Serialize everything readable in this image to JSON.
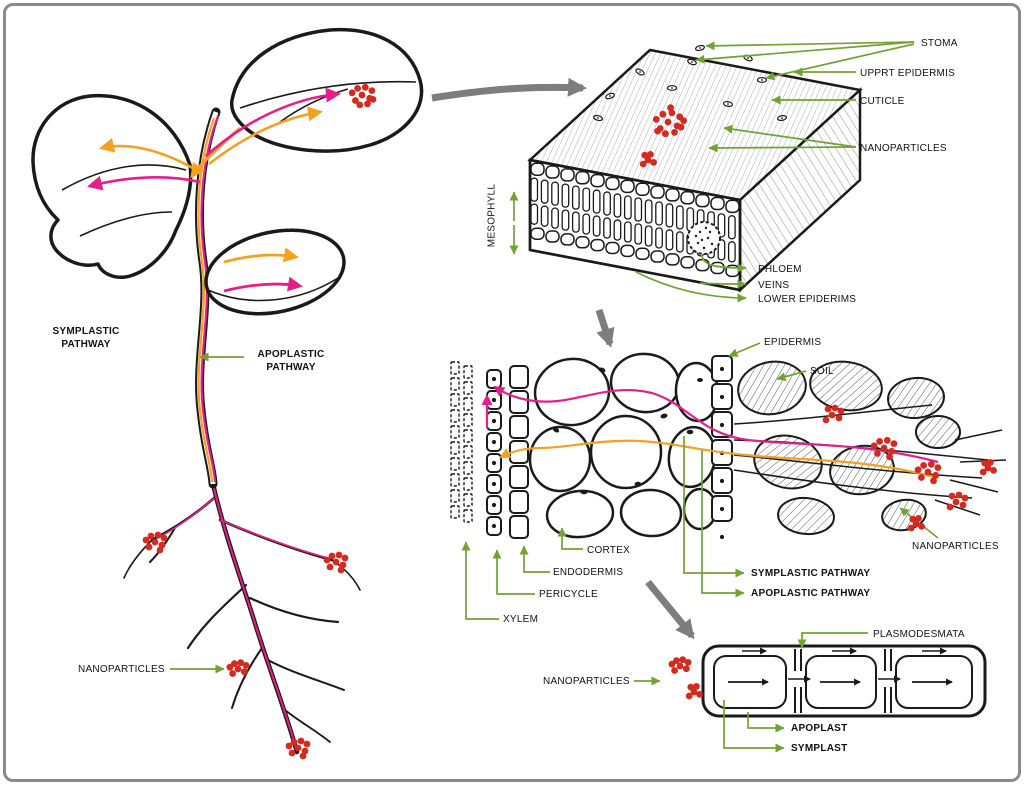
{
  "colors": {
    "label_green": "#72a233",
    "nanoparticle_red": "#d42a20",
    "symplastic_pink": "#e61e8c",
    "apoplastic_orange": "#f5a01e",
    "connector_gray": "#7d7d7d",
    "ink_black": "#1a1a1a",
    "border_gray": "#8a8a8a"
  },
  "plant_section": {
    "symplastic_pathway_label": "SYMPLASTIC\nPATHWAY",
    "apoplastic_pathway_label": "APOPLASTIC\nPATHWAY",
    "nanoparticles_label": "NANOPARTICLES"
  },
  "leaf_section": {
    "stoma_label": "STOMA",
    "upper_epidermis_label": "UPPRT EPIDERMIS",
    "cuticle_label": "CUTICLE",
    "nanoparticles_label": "NANOPARTICLES",
    "mesophyll_label": "MESOPHYLL",
    "phloem_label": "PHLOEM",
    "veins_label": "VEINS",
    "lower_epidermis_label": "LOWER EPIDERIMS"
  },
  "root_section": {
    "epidermis_label": "EPIDERMIS",
    "soil_label": "SOIL",
    "cortex_label": "CORTEX",
    "endodermis_label": "ENDODERMIS",
    "pericycle_label": "PERICYCLE",
    "xylem_label": "XYLEM",
    "symplastic_pathway_label": "SYMPLASTIC PATHWAY",
    "apoplastic_pathway_label": "APOPLASTIC PATHWAY",
    "nanoparticles_label": "NANOPARTICLES"
  },
  "cell_section": {
    "plasmodesmata_label": "PLASMODESMATA",
    "nanoparticles_label": "NANOPARTICLES",
    "apoplast_label": "APOPLAST",
    "symplast_label": "SYMPLAST"
  }
}
